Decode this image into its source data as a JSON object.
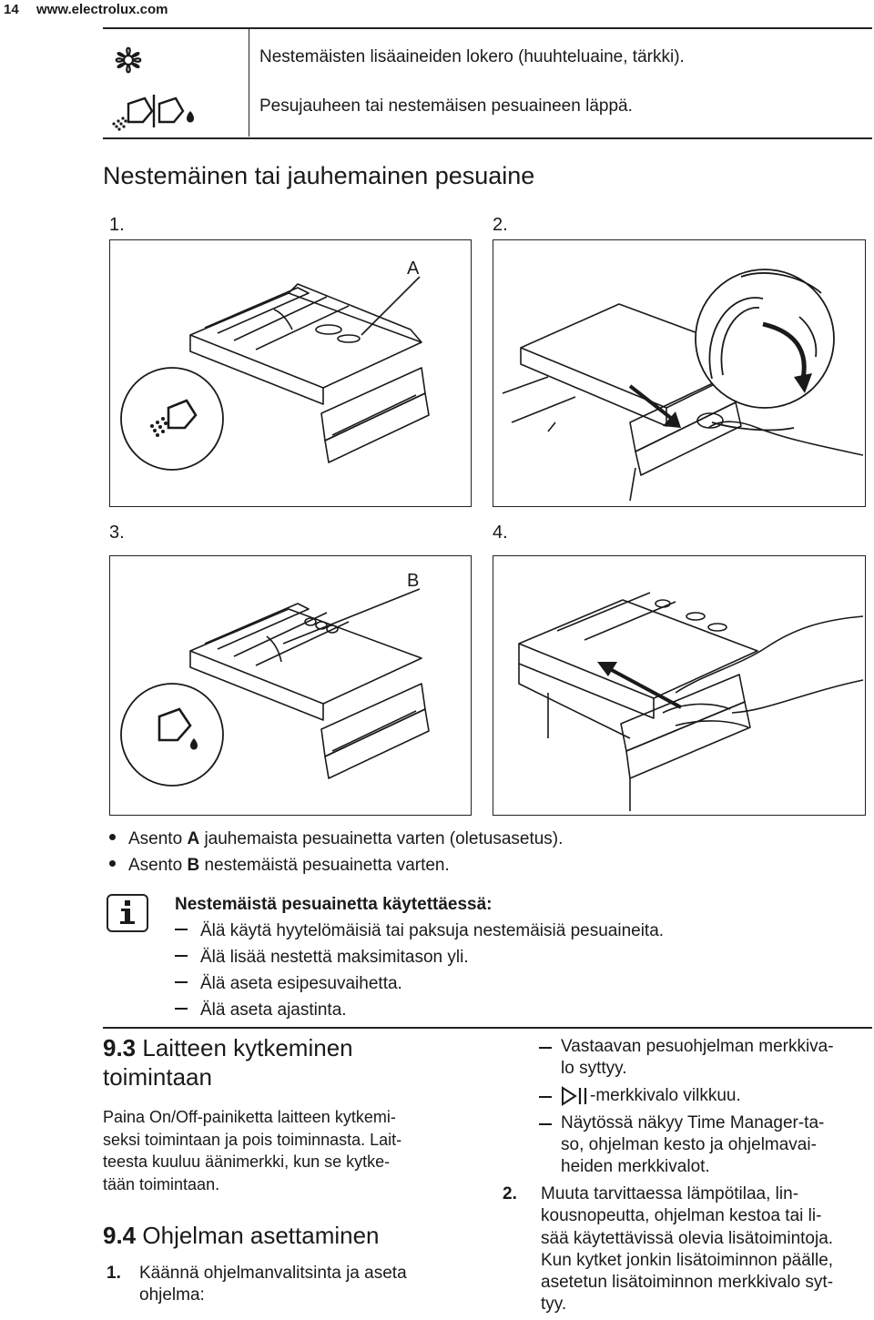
{
  "header": {
    "page_number": "14",
    "site": "www.electrolux.com"
  },
  "symbol_rows": [
    {
      "icon": "flower-icon",
      "text": "Nestemäisten lisäaineiden lokero (huuhteluaine, tärkki)."
    },
    {
      "icon": "detergent-flap-icon",
      "text": "Pesujauheen tai nestemäisen pesuaineen läppä."
    }
  ],
  "section_title": "Nestemäinen tai jauhemainen pesuaine",
  "figures": [
    {
      "step": "1.",
      "label": "A"
    },
    {
      "step": "2.",
      "label": ""
    },
    {
      "step": "3.",
      "label": "B"
    },
    {
      "step": "4.",
      "label": ""
    }
  ],
  "bullets": [
    {
      "pre": "Asento ",
      "bold": "A",
      "post": " jauhemaista pesuainetta varten (oletusasetus)."
    },
    {
      "pre": "Asento ",
      "bold": "B",
      "post": " nestemäistä pesuainetta varten."
    }
  ],
  "info": {
    "title": "Nestemäistä pesuainetta käytettäessä:",
    "items": [
      "Älä käytä hyytelömäisiä tai paksuja nestemäisiä pesuaineita.",
      "Älä lisää nestettä maksimitason yli.",
      "Älä aseta esipesuvaihetta.",
      "Älä aseta ajastinta."
    ]
  },
  "sec93": {
    "num": "9.3",
    "title_l1": " Laitteen kytkeminen",
    "title_l2": "toimintaan",
    "para": [
      "Paina On/Off-painiketta laitteen kytkemi-",
      "seksi toimintaan ja pois toiminnasta. Lait-",
      "teesta kuuluu äänimerkki, kun se kytke-",
      "tään toimintaan."
    ]
  },
  "sec94": {
    "num": "9.4",
    "title": " Ohjelman asettaminen",
    "step1_num": "1.",
    "step1": [
      "Käännä ohjelmanvalitsinta ja aseta",
      "ohjelma:"
    ]
  },
  "right_col": {
    "dash1": [
      "Vastaavan pesuohjelman merkkiva-",
      "lo syttyy."
    ],
    "dash2": "-merkkivalo vilkkuu.",
    "dash3": [
      "Näytössä näkyy Time Manager-ta-",
      "so, ohjelman kesto ja ohjelmavai-",
      "heiden merkkivalot."
    ],
    "step2_num": "2.",
    "step2": [
      "Muuta tarvittaessa lämpötilaa, lin-",
      "kousnopeutta, ohjelman kestoa tai li-",
      "sää käytettävissä olevia lisätoimintoja.",
      "Kun kytket jonkin lisätoiminnon päälle,",
      "asetetun lisätoiminnon merkkivalo syt-",
      "tyy."
    ]
  }
}
